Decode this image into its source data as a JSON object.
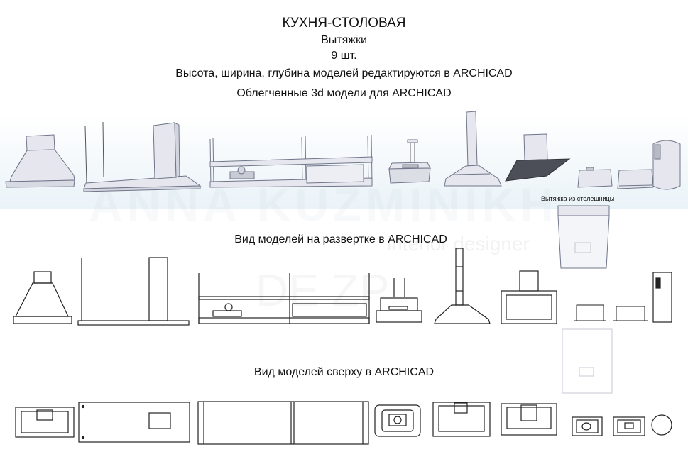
{
  "header": {
    "title": "КУХНЯ-СТОЛОВАЯ",
    "subtitle": "Вытяжки",
    "count": "9 шт.",
    "note_edit": "Высота, ширина, глубина моделей редактируются в ARCHICAD",
    "note_light": "Облегченные 3d модели для  ARCHICAD"
  },
  "counter_hood_label": "Вытяжка из столешницы",
  "sections": {
    "elevation": "Вид моделей на развертке в ARCHICAD",
    "top": "Вид моделей сверху в ARCHICAD"
  },
  "watermark": {
    "name": "ANNA KUZMINIKH",
    "role": "interior designer",
    "mark": "DE ZP"
  },
  "colors": {
    "background": "#ffffff",
    "band": "#eaf3f8",
    "model_fill": "#e8e9f0",
    "model_stroke": "#6f7486",
    "line": "#222222"
  },
  "models_3d": [
    {
      "icon": "dome-hood-icon"
    },
    {
      "icon": "suspended-shelf-hood-icon"
    },
    {
      "icon": "island-column-hood-icon"
    },
    {
      "icon": "two-shelf-rack-hood-icon"
    },
    {
      "icon": "pendant-hood-icon"
    },
    {
      "icon": "t-shaped-hood-icon"
    },
    {
      "icon": "inclined-glass-hood-icon"
    },
    {
      "icon": "built-in-hood-icon"
    },
    {
      "icon": "cylinder-hood-icon"
    }
  ]
}
